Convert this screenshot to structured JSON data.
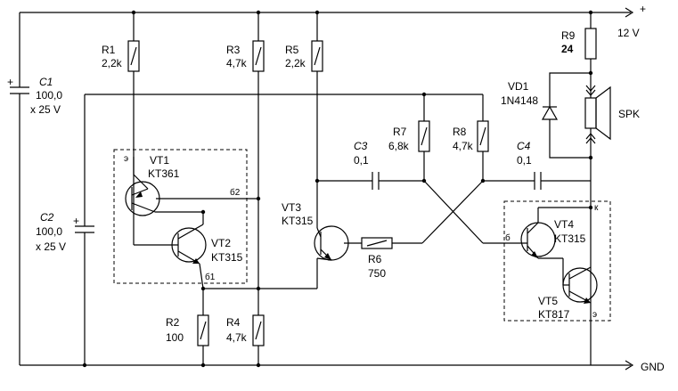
{
  "supply": {
    "plus": "+",
    "voltage": "12 V",
    "gnd": "GND"
  },
  "components": {
    "c1": {
      "name": "C1",
      "value": "100,0",
      "rating": "x 25 V"
    },
    "c2": {
      "name": "C2",
      "value": "100,0",
      "rating": "x 25 V"
    },
    "c3": {
      "name": "C3",
      "value": "0,1"
    },
    "c4": {
      "name": "C4",
      "value": "0,1"
    },
    "r1": {
      "name": "R1",
      "value": "2,2k"
    },
    "r2": {
      "name": "R2",
      "value": "100"
    },
    "r3": {
      "name": "R3",
      "value": "4,7k"
    },
    "r4": {
      "name": "R4",
      "value": "4,7k"
    },
    "r5": {
      "name": "R5",
      "value": "2,2k"
    },
    "r6": {
      "name": "R6",
      "value": "750"
    },
    "r7": {
      "name": "R7",
      "value": "6,8k"
    },
    "r8": {
      "name": "R8",
      "value": "4,7k"
    },
    "r9": {
      "name": "R9",
      "value": "24"
    },
    "vd1": {
      "name": "VD1",
      "value": "1N4148"
    },
    "spk": {
      "name": "SPK"
    },
    "vt1": {
      "name": "VT1",
      "value": "KT361"
    },
    "vt2": {
      "name": "VT2",
      "value": "KT315"
    },
    "vt3": {
      "name": "VT3",
      "value": "KT315"
    },
    "vt4": {
      "name": "VT4",
      "value": "KT315"
    },
    "vt5": {
      "name": "VT5",
      "value": "KT817"
    }
  },
  "pins": {
    "e1": "э",
    "b2": "б2",
    "b1": "б1",
    "b": "б",
    "k": "к",
    "e2": "э"
  }
}
